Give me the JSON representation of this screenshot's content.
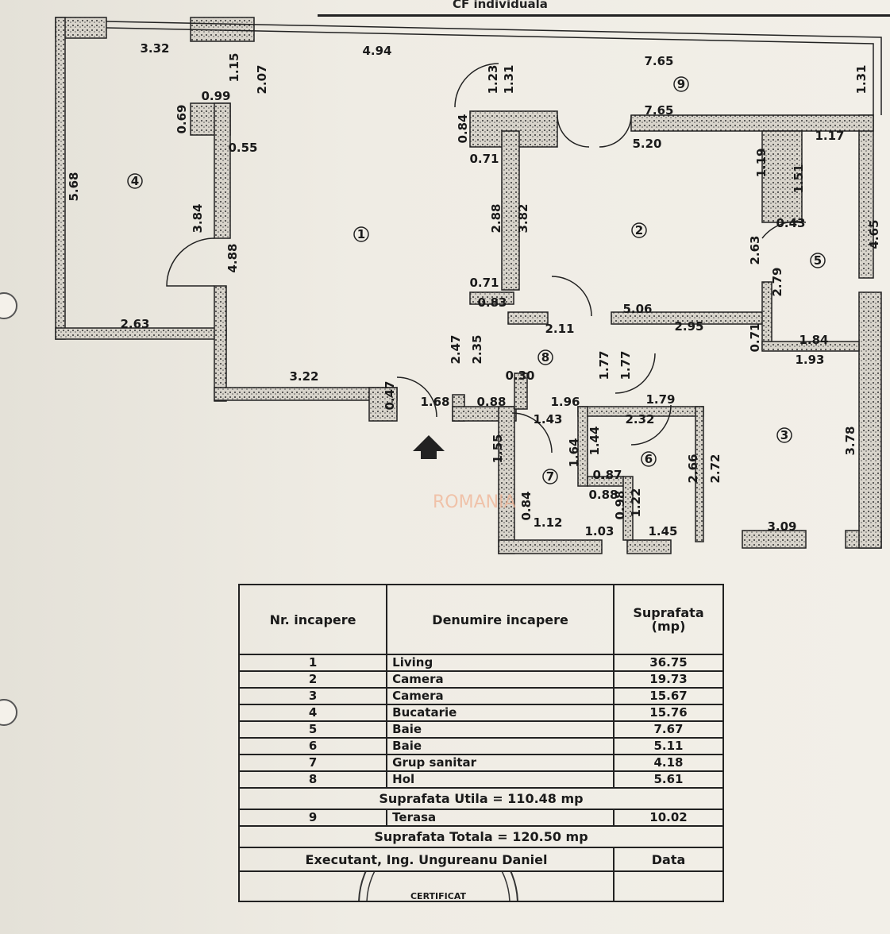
{
  "header": {
    "cf_label": "CF individuala"
  },
  "watermark": "ROMANIA",
  "rooms": [
    "1",
    "2",
    "3",
    "4",
    "5",
    "6",
    "7",
    "8",
    "9"
  ],
  "dimensions": [
    "3.32",
    "4.94",
    "7.65",
    "1.31",
    "1.15",
    "2.07",
    "0.99",
    "0.69",
    "0.55",
    "5.68",
    "3.84",
    "4.88",
    "2.63",
    "3.22",
    "0.47",
    "1.68",
    "1.23",
    "1.31",
    "7.65",
    "0.84",
    "0.71",
    "5.20",
    "1.19",
    "1.17",
    "1.51",
    "2.88",
    "3.82",
    "0.43",
    "4.65",
    "2.63",
    "2.79",
    "0.71",
    "0.83",
    "5.06",
    "2.11",
    "2.95",
    "0.71",
    "1.84",
    "1.93",
    "2.47",
    "2.35",
    "1.77",
    "1.77",
    "0.30",
    "1.96",
    "1.79",
    "0.88",
    "1.43",
    "2.32",
    "1.55",
    "1.64",
    "1.44",
    "0.87",
    "0.88",
    "0.98",
    "1.22",
    "2.66",
    "2.72",
    "3.78",
    "0.84",
    "1.12",
    "1.03",
    "1.45",
    "3.09"
  ],
  "table": {
    "headers": [
      "Nr. incapere",
      "Denumire incapere",
      "Suprafata (mp)"
    ],
    "rows": [
      {
        "nr": "1",
        "name": "Living",
        "area": "36.75"
      },
      {
        "nr": "2",
        "name": "Camera",
        "area": "19.73"
      },
      {
        "nr": "3",
        "name": "Camera",
        "area": "15.67"
      },
      {
        "nr": "4",
        "name": "Bucatarie",
        "area": "15.76"
      },
      {
        "nr": "5",
        "name": "Baie",
        "area": "7.67"
      },
      {
        "nr": "6",
        "name": "Baie",
        "area": "5.11"
      },
      {
        "nr": "7",
        "name": "Grup sanitar",
        "area": "4.18"
      },
      {
        "nr": "8",
        "name": "Hol",
        "area": "5.61"
      }
    ],
    "utila": "Suprafata Utila = 110.48 mp",
    "terasa": {
      "nr": "9",
      "name": "Terasa",
      "area": "10.02"
    },
    "totala": "Suprafata Totala = 120.50 mp",
    "executant": "Executant, Ing. Ungureanu Daniel",
    "data_label": "Data",
    "stamp_text": "ANCPI să execute lucrări de cad... CERTIFICAT"
  }
}
